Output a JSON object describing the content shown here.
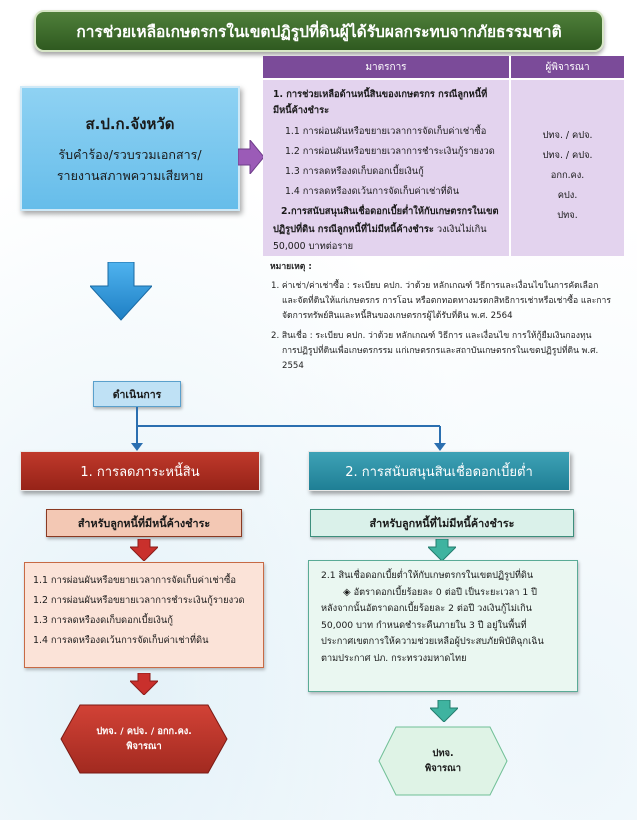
{
  "title": "การช่วยเหลือเกษตรกรในเขตปฏิรูปที่ดินผู้ได้รับผลกระทบจากภัยธรรมชาติ",
  "office": {
    "title": "ส.ป.ก.จังหวัด",
    "desc_line1": "รับคำร้อง/รวบรวมเอกสาร/",
    "desc_line2": "รายงานสภาพความเสียหาย"
  },
  "measures_table": {
    "headers": [
      "มาตรการ",
      "ผู้พิจารณา"
    ],
    "measure1_title_line1": "1. การช่วยเหลือด้านหนี้สินของเกษตรกร กรณีลูกหนี้ที่",
    "measure1_title_line2": "มีหนี้ค้างชำระ",
    "items": [
      {
        "label": "1.1 การผ่อนผันหรือขยายเวลาการจัดเก็บค่าเช่าซื้อ",
        "org": "ปทจ. / คปจ."
      },
      {
        "label": "1.2 การผ่อนผันหรือขยายเวลาการชำระเงินกู้รายงวด",
        "org": "ปทจ. / คปจ."
      },
      {
        "label": "1.3 การลดหรืองดเก็บดอกเบี้ยเงินกู้",
        "org": "อกก.คง."
      },
      {
        "label": "1.4 การลดหรืองดเว้นการจัดเก็บค่าเช่าที่ดิน",
        "org": "คปง."
      }
    ],
    "measure2_line1": "2.การสนับสนุนสินเชื่อดอกเบี้ยต่ำให้กับเกษตรกรในเขต",
    "measure2_line2_bold": "ปฏิรูปที่ดิน กรณีลูกหนี้ที่ไม่มีหนี้ค้างชำระ",
    "measure2_line2_normal": " วงเงินไม่เกิน",
    "measure2_line3": "50,000 บาทต่อราย",
    "measure2_org": "ปทจ."
  },
  "notes": {
    "heading": "หมายเหตุ :",
    "note1_line1": "1. ค่าเช่า/ค่าเช่าซื้อ : ระเบียบ คปก. ว่าด้วย หลักเกณฑ์ วิธีการและเงื่อนไขในการคัดเลือก",
    "note1_line2": "และจัดที่ดินให้แก่เกษตรกร การโอน หรือตกทอดทางมรดกสิทธิการเช่าหรือเช่าซื้อ และการ",
    "note1_line3": "จัดการทรัพย์สินและหนี้สินของเกษตรกรผู้ได้รับที่ดิน พ.ศ. 2564",
    "note2_line1": "2. สินเชื่อ : ระเบียบ คปก. ว่าด้วย หลักเกณฑ์ วิธีการ และเงื่อนไข การให้กู้ยืมเงินกองทุน",
    "note2_line2": "การปฏิรูปที่ดินเพื่อเกษตรกรรม แก่เกษตรกรและสถาบันเกษตรกรในเขตปฏิรูปที่ดิน พ.ศ.",
    "note2_line3": "2554"
  },
  "operation_label": "ดำเนินการ",
  "left_branch": {
    "header": "1. การลดภาระหนี้สิน",
    "subheader": "สำหรับลูกหนี้ที่มีหนี้ค้างชำระ",
    "items": [
      "1.1 การผ่อนผันหรือขยายเวลาการจัดเก็บค่าเช่าซื้อ",
      "1.2 การผ่อนผันหรือขยายเวลาการชำระเงินกู้รายงวด",
      "1.3 การลดหรืองดเก็บดอกเบี้ยเงินกู้",
      "1.4 การลดหรืองดเว้นการจัดเก็บค่าเช่าที่ดิน"
    ],
    "decision_line1": "ปทจ. / คปจ. / อกก.คง.",
    "decision_line2": "พิจารณา"
  },
  "right_branch": {
    "header": "2. การสนับสนุนสินเชื่อดอกเบี้ยต่ำ",
    "subheader": "สำหรับลูกหนี้ที่ไม่มีหนี้ค้างชำระ",
    "line1": "2.1 สินเชื่อดอกเบี้ยต่ำให้กับเกษตรกรในเขตปฏิรูปที่ดิน",
    "line2": "อัตราดอกเบี้ยร้อยละ 0 ต่อปี เป็นระยะเวลา 1 ปี",
    "line3": "หลังจากนั้นอัตราดอกเบี้ยร้อยละ 2 ต่อปี วงเงินกู้ไม่เกิน",
    "line4": "50,000 บาท กำหนดชำระคืนภายใน 3 ปี อยู่ในพื้นที่",
    "line5": "ประกาศเขตการให้ความช่วยเหลือผู้ประสบภัยพิบัติฉุกเฉิน",
    "line6": "ตามประกาศ ปภ. กระทรวงมหาดไทย",
    "decision_line1": "ปทจ.",
    "decision_line2": "พิจารณา"
  },
  "colors": {
    "title_green": "#3f6e2c",
    "office_blue": "#7cc9ef",
    "table_purple": "#7b4b99",
    "left_red": "#b3362a",
    "right_teal": "#2f93a8"
  }
}
